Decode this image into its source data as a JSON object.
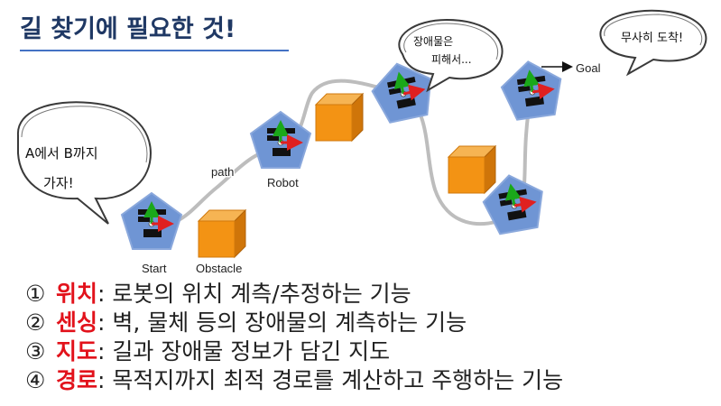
{
  "title": "길 찾기에 필요한 것!",
  "bubbles": {
    "start": [
      "A에서 B까지",
      "가자!"
    ],
    "avoid": [
      "장애물은",
      "피해서..."
    ],
    "arrive": "무사히 도착!"
  },
  "labels": {
    "path": "path",
    "robot": "Robot",
    "goal": "Goal",
    "start": "Start",
    "obstacle": "Obstacle"
  },
  "items": [
    {
      "num": "①",
      "keyword": "위치",
      "desc": ": 로봇의 위치 계측/추정하는 기능"
    },
    {
      "num": "②",
      "keyword": "센싱",
      "desc": ": 벽, 물체 등의 장애물의 계측하는 기능"
    },
    {
      "num": "③",
      "keyword": "지도",
      "desc": ": 길과 장애물 정보가 담긴 지도"
    },
    {
      "num": "④",
      "keyword": "경로",
      "desc": ": 목적지까지 최적 경로를 계산하고 주행하는 기능"
    }
  ],
  "colors": {
    "title": "#1f3864",
    "keyword": "#e2121b",
    "robot_body": "#6f95d4",
    "obstacle": "#f39314",
    "path": "#bdbdbd"
  }
}
